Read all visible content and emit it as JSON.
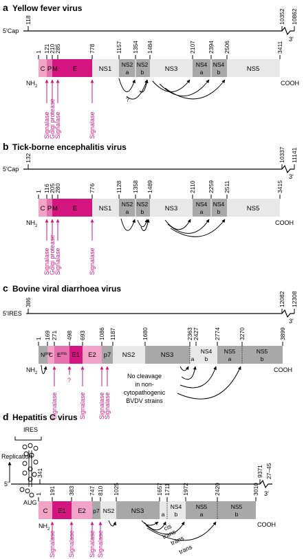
{
  "colors": {
    "light_pink": "#f4a3c8",
    "mid_pink": "#e66fae",
    "magenta": "#d4157f",
    "light_gray": "#e8e8e8",
    "mid_gray": "#a8a8a8",
    "dark_gray": "#8f8f8f",
    "annotation": "#cc1a85"
  },
  "panels": {
    "a": {
      "letter": "a",
      "title": "Yellow fever virus",
      "left_label": "5′Cap",
      "genome_numbers": [
        "118",
        "10352",
        "10862"
      ],
      "three_prime": "3′",
      "aa_numbers": [
        "1",
        "121",
        "210",
        "285",
        "778",
        "1157",
        "1354",
        "1484",
        "2107",
        "2394",
        "2506",
        "3411"
      ],
      "segments": [
        {
          "line1": "C",
          "line2": ""
        },
        {
          "line1": "P",
          "line2": ""
        },
        {
          "line1": "M",
          "line2": ""
        },
        {
          "line1": "E",
          "line2": ""
        },
        {
          "line1": "NS1",
          "line2": ""
        },
        {
          "line1": "NS2",
          "line2": "a"
        },
        {
          "line1": "NS2",
          "line2": "b"
        },
        {
          "line1": "NS3",
          "line2": ""
        },
        {
          "line1": "NS4",
          "line2": "a"
        },
        {
          "line1": "NS4",
          "line2": "b"
        },
        {
          "line1": "NS5",
          "line2": ""
        }
      ],
      "nh2": "NH",
      "nh2_sub": "2",
      "cooh": "COOH",
      "question": "?",
      "cleavages": [
        "Signalase",
        "Golgi protease",
        "Signalase",
        "Signalase"
      ]
    },
    "b": {
      "letter": "b",
      "title": "Tick-borne encephalitis virus",
      "left_label": "5′Cap",
      "genome_numbers": [
        "132",
        "10337",
        "11141"
      ],
      "three_prime": "3′",
      "aa_numbers": [
        "1",
        "116",
        "205",
        "280",
        "776",
        "1128",
        "1358",
        "1489",
        "2110",
        "2259",
        "2511",
        "3415"
      ],
      "segments": [
        {
          "line1": "C",
          "line2": ""
        },
        {
          "line1": "P",
          "line2": ""
        },
        {
          "line1": "M",
          "line2": ""
        },
        {
          "line1": "E",
          "line2": ""
        },
        {
          "line1": "NS1",
          "line2": ""
        },
        {
          "line1": "NS2",
          "line2": "a"
        },
        {
          "line1": "NS2",
          "line2": "b"
        },
        {
          "line1": "NS3",
          "line2": ""
        },
        {
          "line1": "NS4",
          "line2": "a"
        },
        {
          "line1": "NS4",
          "line2": "b"
        },
        {
          "line1": "NS5",
          "line2": ""
        }
      ],
      "nh2": "NH",
      "nh2_sub": "2",
      "cooh": "COOH",
      "cleavages": [
        "Signalase",
        "Golgi protease",
        "Signalase",
        "Signalase"
      ]
    },
    "c": {
      "letter": "c",
      "title": "Bovine viral diarrhoea virus",
      "left_label": "5′IRES",
      "genome_numbers": [
        "386",
        "12082",
        "12308"
      ],
      "three_prime": "3′",
      "aa_numbers": [
        "1",
        "169",
        "271",
        "498",
        "693",
        "1086",
        "1187",
        "1680",
        "2363",
        "2427",
        "2774",
        "3270",
        "3899"
      ],
      "segments": [
        {
          "line1": "N",
          "sup": "pro",
          "line2": ""
        },
        {
          "line1": "C",
          "line2": ""
        },
        {
          "line1": "E",
          "sup": "rns",
          "line2": ""
        },
        {
          "line1": "E1",
          "line2": ""
        },
        {
          "line1": "E2",
          "line2": ""
        },
        {
          "line1": "p7",
          "line2": ""
        },
        {
          "line1": "NS2",
          "line2": ""
        },
        {
          "line1": "NS3",
          "line2": ""
        },
        {
          "line1": "a",
          "line2": ""
        },
        {
          "line1": "NS4",
          "line2": "b"
        },
        {
          "line1": "NS5",
          "line2": "a"
        },
        {
          "line1": "NS5",
          "line2": "b"
        }
      ],
      "nh2": "NH",
      "nh2_sub": "2",
      "cooh": "COOH",
      "question": "?",
      "cleavages": [
        "Signalase",
        "Signalase",
        "Signalase",
        "Signalase"
      ],
      "note": [
        "No cleavage",
        "in non-",
        "cytopathogenic",
        "BVDV strains"
      ]
    },
    "d": {
      "letter": "d",
      "title": "Hepatitis C virus",
      "ires_label": "IRES",
      "replication_label": "Replication",
      "five_prime": "5′",
      "aug_label": "AUG",
      "genome_numbers": [
        "341",
        "9371",
        "27–45"
      ],
      "three_prime": "3′",
      "aa_numbers": [
        "1",
        "191",
        "383",
        "747",
        "810",
        "1025",
        "1657",
        "1711",
        "1972",
        "2420",
        "3010"
      ],
      "segments": [
        {
          "line1": "C",
          "line2": ""
        },
        {
          "line1": "E1",
          "line2": ""
        },
        {
          "line1": "E2",
          "line2": ""
        },
        {
          "line1": "p7",
          "line2": ""
        },
        {
          "line1": "NS2",
          "line2": ""
        },
        {
          "line1": "NS3",
          "line2": ""
        },
        {
          "line1": "a",
          "line2": ""
        },
        {
          "line1": "NS4",
          "line2": "b"
        },
        {
          "line1": "NS5",
          "line2": "a"
        },
        {
          "line1": "NS5",
          "line2": "b"
        }
      ],
      "nh2": "NH",
      "nh2_sub": "2",
      "cooh": "COOH",
      "cleavages": [
        "Signalase",
        "Signalase",
        "Signalase",
        "Signalase"
      ],
      "arrow_labels": [
        "cis",
        "trans",
        "trans",
        "trans"
      ]
    }
  }
}
